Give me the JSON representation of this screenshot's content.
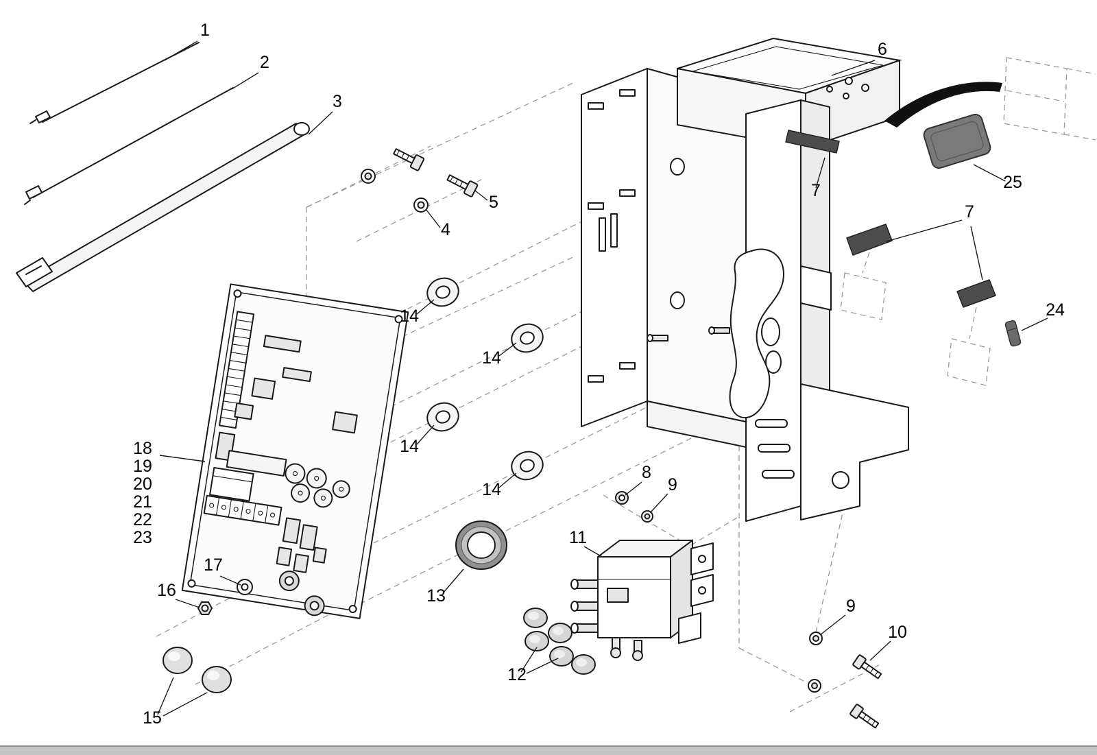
{
  "diagram": {
    "type": "exploded-parts-diagram",
    "background_color": "#ffffff",
    "line_color": "#1a1a1a",
    "foam_color": "#4d4d4d",
    "pad_color": "#7a7a7a",
    "labels": [
      {
        "text": "1"
      },
      {
        "text": "2"
      },
      {
        "text": "3"
      },
      {
        "text": "5"
      },
      {
        "text": "4"
      },
      {
        "text": "6"
      },
      {
        "text": "25"
      },
      {
        "text": "7"
      },
      {
        "text": "7"
      },
      {
        "text": "24"
      },
      {
        "text": "14"
      },
      {
        "text": "14"
      },
      {
        "text": "14"
      },
      {
        "text": "14"
      },
      {
        "text": "13"
      },
      {
        "text": "8"
      },
      {
        "text": "9"
      },
      {
        "text": "11"
      },
      {
        "text": "12"
      },
      {
        "text": "9"
      },
      {
        "text": "10"
      },
      {
        "text": "15"
      },
      {
        "text": "16"
      },
      {
        "text": "17"
      },
      {
        "text": "18"
      },
      {
        "text": "19"
      },
      {
        "text": "20"
      },
      {
        "text": "21"
      },
      {
        "text": "22"
      },
      {
        "text": "23"
      }
    ]
  }
}
